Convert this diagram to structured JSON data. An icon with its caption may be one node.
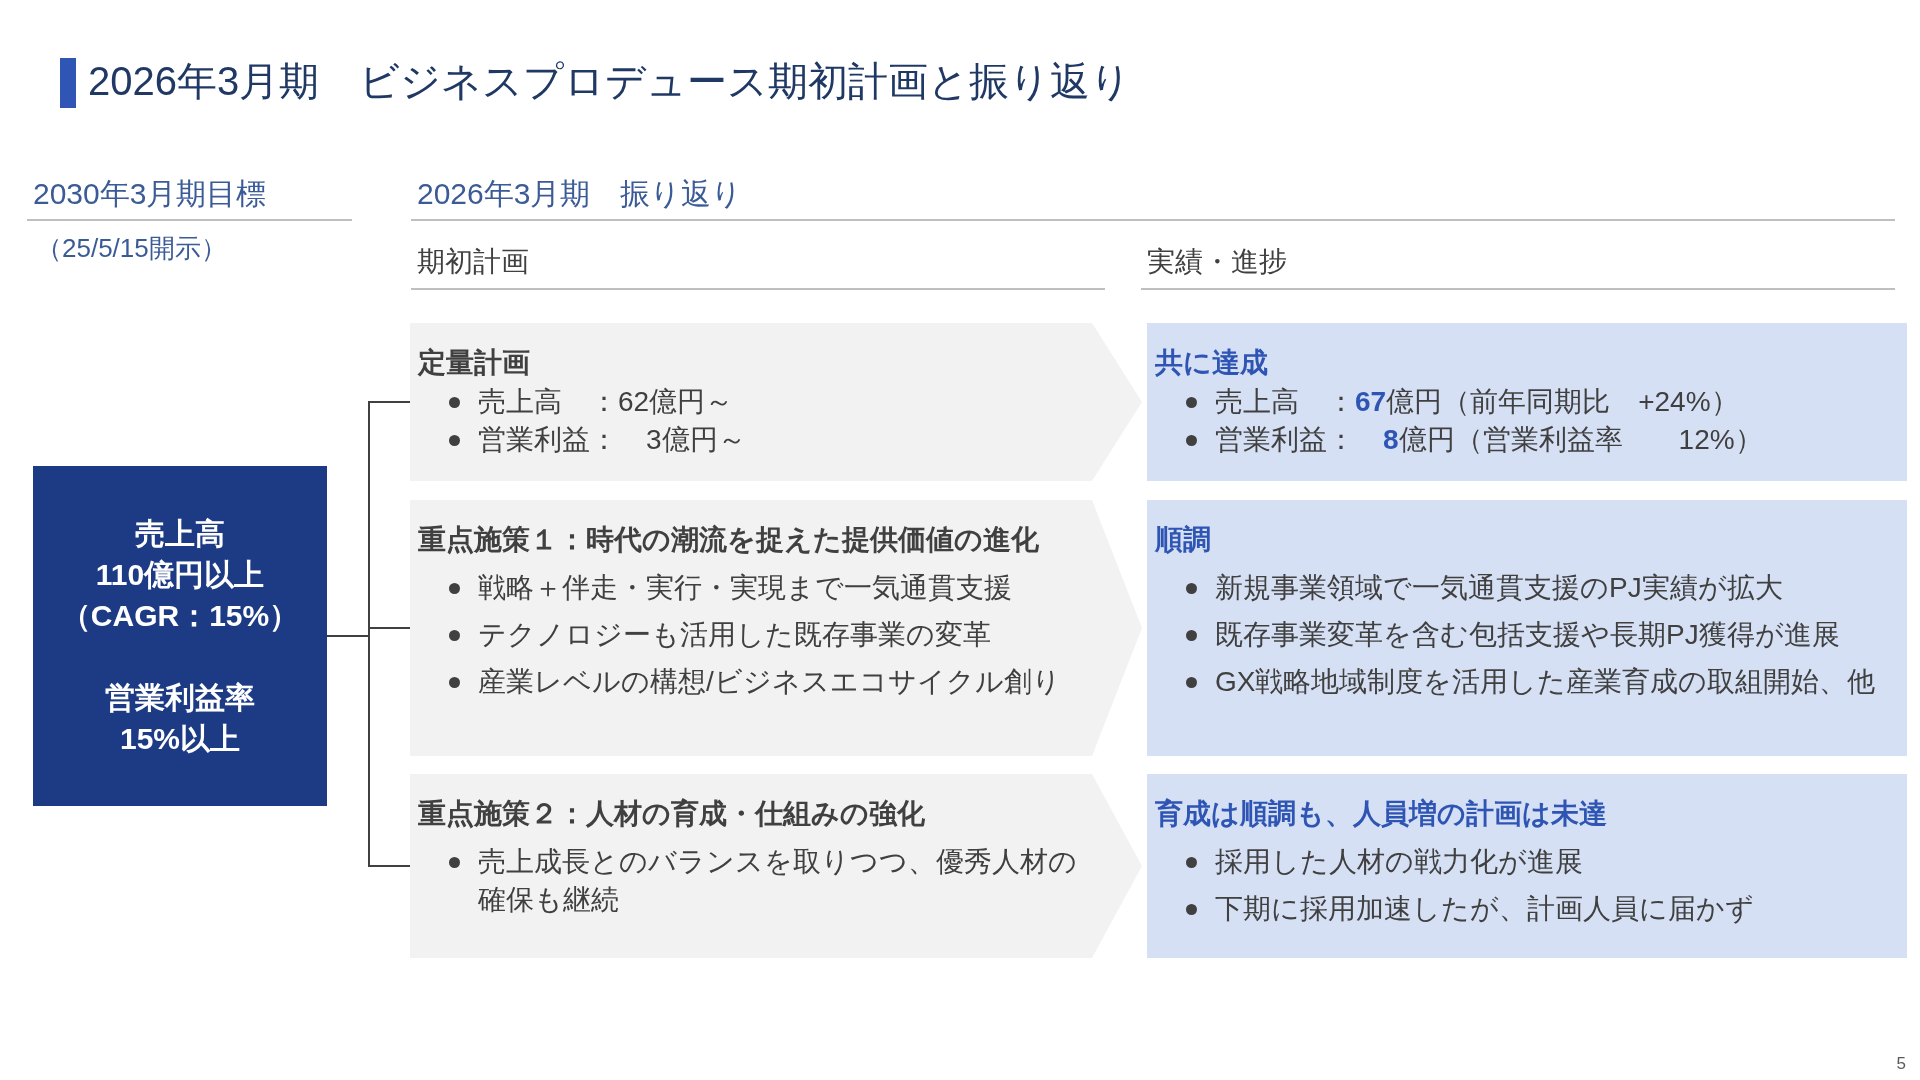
{
  "diagram": {
    "title": "2026年3月期　ビジネスプロデュース期初計画と振り返り",
    "nodes": [
      {
        "text": [
          "売上高",
          "110億円以上",
          "（CAGR：15%）",
          "営業利益率",
          "15%以上"
        ]
      },
      {
        "text": [
          "定量計画",
          "売上高　：62億円～",
          "営業利益：　3億円～"
        ]
      },
      {
        "text": [
          "重点施策１：時代の潮流を捉えた提供価値の進化",
          "戦略＋伴走・実行・実現まで一気通貫支援",
          "テクノロジーも活用した既存事業の変革",
          "産業レベルの構想/ビジネスエコサイクル創り"
        ]
      },
      {
        "text": [
          "重点施策２：人材の育成・仕組みの強化",
          "売上成長とのバランスを取りつつ、優秀人材の確保も継続"
        ]
      },
      {
        "text": [
          "共に達成",
          "売上高　：**67**億円（前年同期比　+24%）",
          "営業利益：　**8**億円（営業利益率　　12%）"
        ]
      },
      {
        "text": [
          "順調",
          "新規事業領域で一気通貫支援のPJ実績が拡大",
          "既存事業変革を含む包括支援や長期PJ獲得が進展",
          "GX戦略地域制度を活用した産業育成の取組開始、他"
        ]
      },
      {
        "text": [
          "育成は順調も、人員増の計画は未達",
          "採用した人材の戦力化が進展",
          "下期に採用加速したが、計画人員に届かず"
        ]
      }
    ],
    "edges": [
      {
        "from": 0,
        "to": 1,
        "arrow": "none"
      },
      {
        "from": 0,
        "to": 2,
        "arrow": "none"
      },
      {
        "from": 0,
        "to": 3,
        "arrow": "none"
      }
    ],
    "labels": [
      "2030年3月期目標",
      "（25/5/15開示）",
      "2026年3月期　振り返り",
      "期初計画",
      "実績・進捗",
      "5"
    ]
  }
}
